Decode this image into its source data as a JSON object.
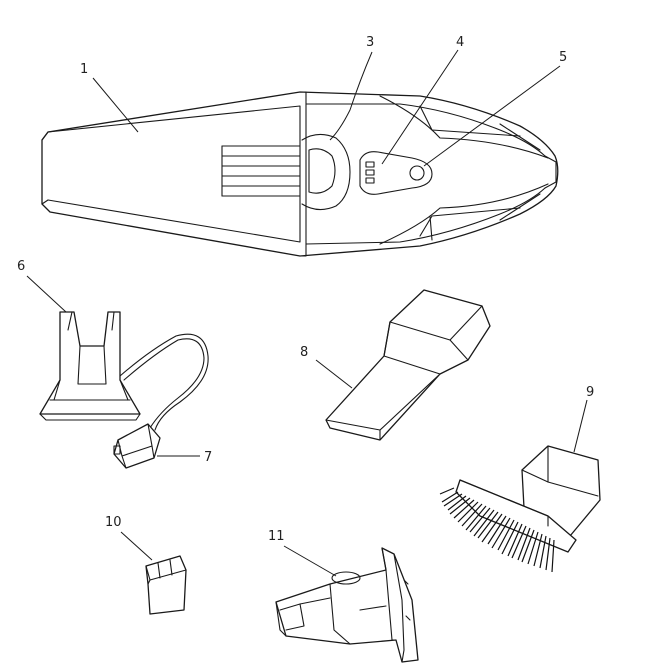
{
  "callouts": [
    {
      "id": "1",
      "label": "1",
      "part": "vacuum-body"
    },
    {
      "id": "3",
      "label": "3",
      "part": "release-button"
    },
    {
      "id": "4",
      "label": "4",
      "part": "charge-indicator-lights"
    },
    {
      "id": "5",
      "label": "5",
      "part": "power-switch"
    },
    {
      "id": "6",
      "label": "6",
      "part": "charging-base"
    },
    {
      "id": "7",
      "label": "7",
      "part": "charger-plug"
    },
    {
      "id": "8",
      "label": "8",
      "part": "crevice-tool"
    },
    {
      "id": "9",
      "label": "9",
      "part": "brush-tool"
    },
    {
      "id": "10",
      "label": "10",
      "part": "adapter"
    },
    {
      "id": "11",
      "label": "11",
      "part": "filter"
    }
  ],
  "colors": {
    "line": "#1a1a1a",
    "background": "#ffffff",
    "bristles": "#111111"
  }
}
